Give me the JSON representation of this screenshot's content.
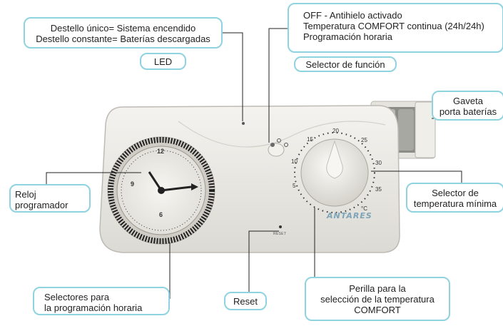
{
  "callouts": {
    "led_desc": {
      "line1": "Destello único=  Sistema encendido",
      "line2": "Destello constante= Baterías descargadas"
    },
    "led": {
      "label": "LED"
    },
    "function_desc": {
      "line1": "OFF - Antihielo activado",
      "line2": "Temperatura COMFORT continua (24h/24h)",
      "line3": "Programación horaria"
    },
    "function_selector": {
      "label": "Selector de función"
    },
    "battery": {
      "line1": "Gaveta",
      "line2": "porta baterías"
    },
    "clock": {
      "line1": "Reloj",
      "line2": "programador"
    },
    "min_temp": {
      "line1": "Selector de",
      "line2": "temperatura mínima"
    },
    "timers": {
      "line1": "Selectores para",
      "line2": "la programación horaria"
    },
    "reset": {
      "label": "Reset"
    },
    "comfort_knob": {
      "line1": "Perilla para la",
      "line2": "selección de la temperatura",
      "line3": "COMFORT"
    }
  },
  "device": {
    "brand": "ANTARES",
    "reset_label": "RESET",
    "scale_labels": [
      "5",
      "10",
      "15",
      "20",
      "25",
      "30",
      "35",
      "°C"
    ],
    "clock_numbers": [
      "12",
      "9",
      "6"
    ]
  },
  "colors": {
    "callout_border": "#8fd3e0",
    "device_body": "#ecebe6",
    "leader": "#222222"
  }
}
